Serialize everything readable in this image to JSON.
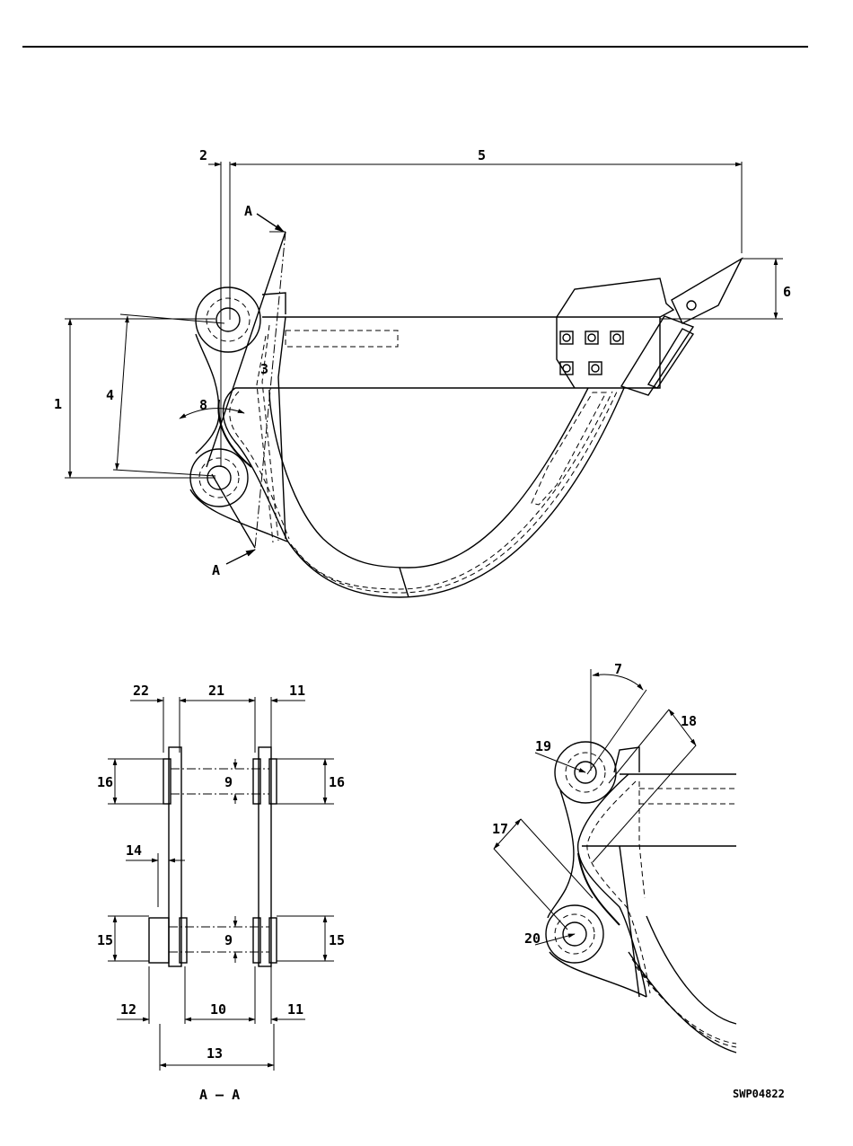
{
  "callouts": {
    "c1": "1",
    "c2": "2",
    "c3": "3",
    "c4": "4",
    "c5": "5",
    "c6": "6",
    "c7": "7",
    "c8": "8",
    "c9a": "9",
    "c9b": "9",
    "c10": "10",
    "c11a": "11",
    "c11b": "11",
    "c12": "12",
    "c13": "13",
    "c14": "14",
    "c15a": "15",
    "c15b": "15",
    "c16a": "16",
    "c16b": "16",
    "c17": "17",
    "c18": "18",
    "c19": "19",
    "c20": "20",
    "c21": "21",
    "c22": "22"
  },
  "section_marks": {
    "top": "A",
    "bottom": "A"
  },
  "section_caption": "A – A",
  "drawing_code": "SWP04822"
}
